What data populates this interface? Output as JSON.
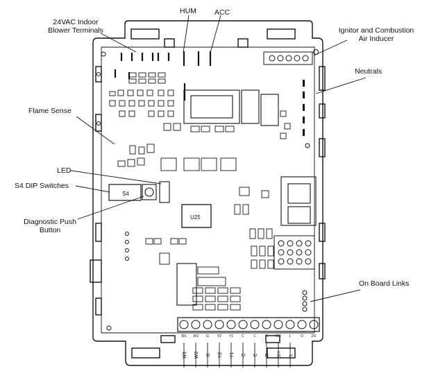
{
  "labels": {
    "blower": [
      "24VAC Indoor",
      "Blower Terminals"
    ],
    "hum": "HUM",
    "acc": "ACC",
    "ignitor": [
      "Ignitor and Combustion",
      "Air Inducer"
    ],
    "neutrals": "Neutrals",
    "flame_sense": "Flame Sense",
    "led": "LED",
    "dip": "S4 DIP Switches",
    "push": [
      "Diagnostic Push",
      "Button"
    ],
    "links": "On Board Links"
  },
  "board": {
    "s4_label": "S4",
    "u25_label": "U25",
    "terminal_labels": [
      "W1",
      "W2",
      "G",
      "Y2",
      "Y1",
      "C",
      "C",
      "R",
      "DH",
      "L",
      "O",
      "DS"
    ],
    "wire_labels": [
      "W1",
      "W2",
      "G",
      "Y2",
      "Y1",
      "C",
      "C",
      "R",
      "DH",
      "L"
    ]
  }
}
